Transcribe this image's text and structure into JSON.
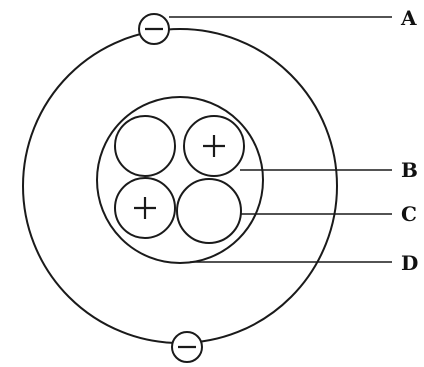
{
  "labels": {
    "a": "A",
    "b": "B",
    "c": "C",
    "d": "D"
  },
  "colors": {
    "ink": "#1a1a1a",
    "background": "#ffffff"
  },
  "particles": {
    "electron_charge": "negative",
    "proton_charge": "positive",
    "neutron_charge": "neutral"
  }
}
